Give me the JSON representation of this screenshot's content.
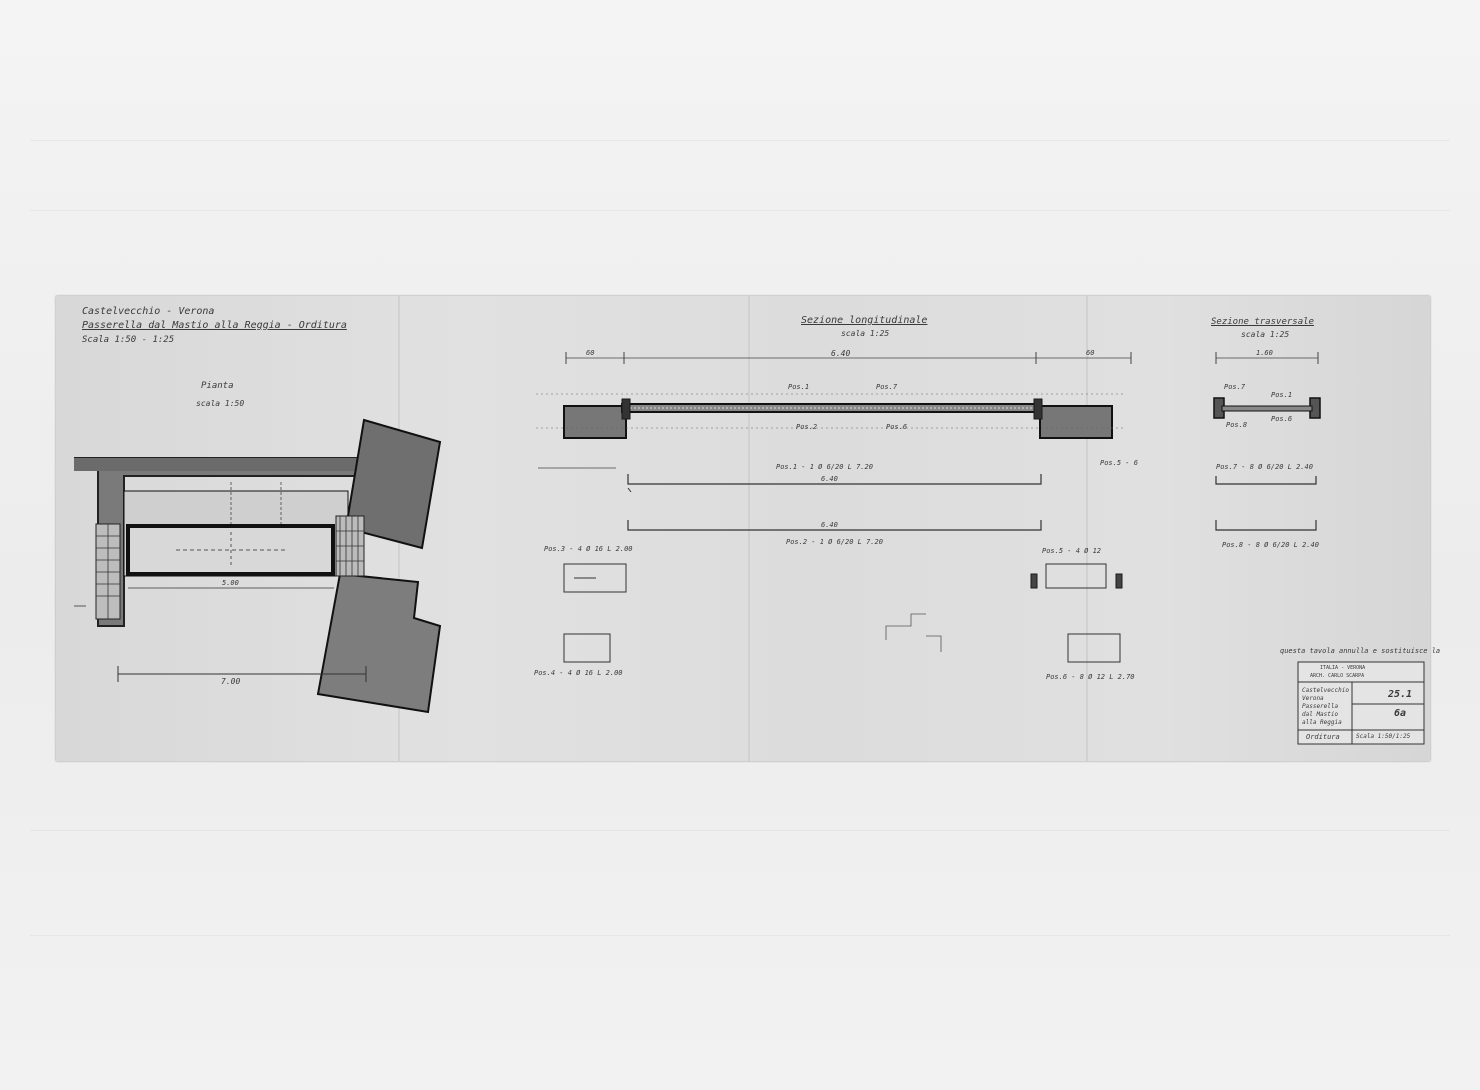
{
  "title_block": {
    "line1": "Castelvecchio - Verona",
    "line2": "Passerella dal Mastio alla Reggia - Orditura",
    "line3": "Scala 1:50 - 1:25"
  },
  "plan": {
    "title": "Pianta",
    "scale": "scala 1:50",
    "dim_bottom": "7.00",
    "dim_inner": "5.00"
  },
  "long_section": {
    "title": "Sezione longitudinale",
    "scale": "scala 1:25",
    "dim_left": "60",
    "dim_mid": "6.40",
    "dim_right": "60",
    "labels": [
      "Pos.1",
      "Pos.7",
      "Pos.2",
      "Pos.6"
    ],
    "bar1": "Pos.1 - 1 Ø 6/20 L 7.20",
    "bar1_len": "6.40",
    "bar2": "Pos.2 - 1 Ø 6/20 L 7.20",
    "bar2_len": "6.40",
    "pos3": "Pos.3 - 4 Ø 16 L 2.00",
    "pos4": "Pos.4 - 4 Ø 16 L 2.00",
    "pos5": "Pos.5 - 4 Ø 12",
    "pos6": "Pos.6 - 8 Ø 12 L 2.70",
    "pos_c": "Pos.5 - 6"
  },
  "cross_section": {
    "title": "Sezione trasversale",
    "scale": "scala 1:25",
    "dim_top": "1.60",
    "bar_a": "Pos.7 - 8 Ø 6/20 L 2.40",
    "bar_b": "Pos.8 - 8 Ø 6/20 L 2.40",
    "labels": [
      "Pos.7",
      "Pos.1",
      "Pos.8",
      "Pos.6"
    ]
  },
  "note": "questa tavola annulla e sostituisce la",
  "stamp": {
    "header1": "ITALIA - VERONA",
    "header2": "ARCH. CARLO SCARPA",
    "project": [
      "Castelvecchio",
      "Verona",
      "Passerella",
      "dal Mastio",
      "alla Reggia"
    ],
    "number": "25.1",
    "sheet": "6a",
    "subject": "Orditura",
    "scale": "Scala 1:50/1:25"
  }
}
